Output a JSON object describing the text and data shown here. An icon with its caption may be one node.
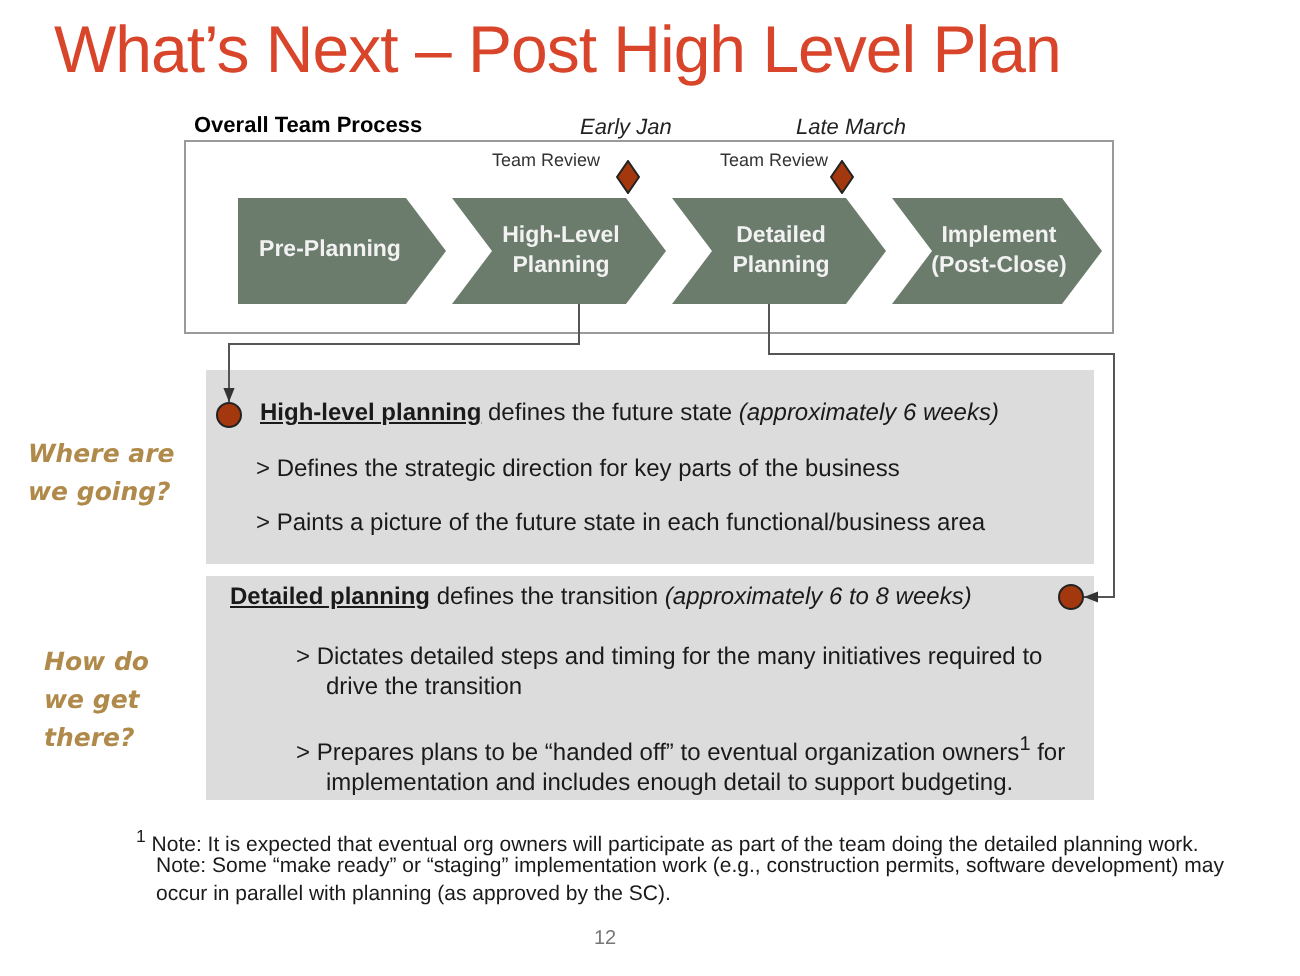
{
  "diagram": {
    "title": "What’s Next – Post High Level Plan",
    "nodes": [
      {
        "text": [
          "Overall Team Process"
        ]
      },
      {
        "text": [
          "Pre-Planning"
        ],
        "in": 0
      },
      {
        "text": [
          "High-Level Planning"
        ],
        "in": 0
      },
      {
        "text": [
          "Detailed Planning"
        ],
        "in": 0
      },
      {
        "text": [
          "Implement (Post-Close)"
        ],
        "in": 0
      },
      {
        "text": [],
        "shape": "diamond",
        "in": 0,
        "beside": [
          "Team Review",
          "Early Jan"
        ]
      },
      {
        "text": [],
        "shape": "diamond",
        "in": 0,
        "beside": [
          "Team Review",
          "Late March"
        ]
      },
      {
        "text": [
          "**High-level planning** defines the future state *(approximately 6 weeks)*",
          "> Defines the strategic direction for key parts of the business",
          "> Paints a picture of the future state in each functional/business area"
        ]
      },
      {
        "text": [],
        "shape": "circle",
        "in": 7
      },
      {
        "text": [
          "**Detailed planning** defines the transition *(approximately 6 to 8 weeks)*",
          "> Dictates detailed steps and timing for the many initiatives required to drive the transition",
          "> Prepares plans to be “handed off” to eventual organization owners$^{1}$ for implementation and includes enough detail to support budgeting."
        ]
      },
      {
        "text": [],
        "shape": "circle",
        "in": 9
      }
    ],
    "edges": [
      {
        "from": 2,
        "to": 8,
        "arrow": "to"
      },
      {
        "from": 3,
        "to": 10,
        "arrow": "to"
      }
    ],
    "labels": [
      "Where are we going?",
      "How do we get there?",
      "$^{1}$ Note: It is expected that eventual org owners will participate as part of the team doing the detailed planning work.",
      "Note: Some “make ready” or “staging” implementation work (e.g., construction permits, software development) may occur in parallel with planning (as approved by the SC).",
      "12"
    ]
  }
}
